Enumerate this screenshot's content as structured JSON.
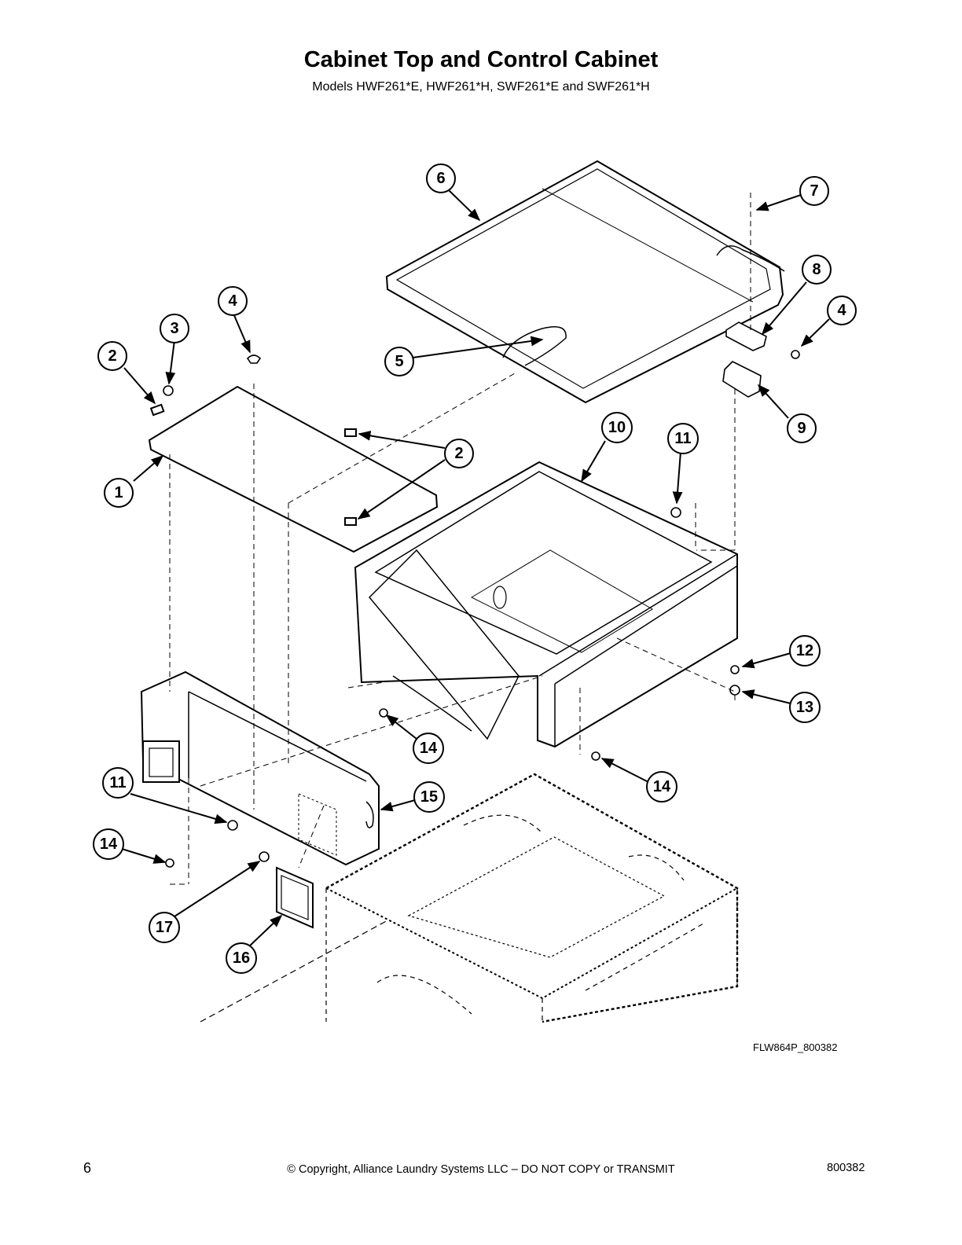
{
  "header": {
    "title": "Cabinet Top and Control Cabinet",
    "subtitle": "Models HWF261*E, HWF261*H, SWF261*E and SWF261*H"
  },
  "drawing_code": "FLW864P_800382",
  "footer": {
    "page_number": "6",
    "copyright": "© Copyright, Alliance Laundry Systems LLC – DO NOT COPY or TRANSMIT",
    "doc_number": "800382"
  },
  "callouts": [
    "1",
    "2",
    "3",
    "4",
    "2",
    "4",
    "5",
    "6",
    "7",
    "8",
    "9",
    "10",
    "11",
    "11",
    "12",
    "13",
    "14",
    "14",
    "14",
    "15",
    "16",
    "17"
  ]
}
